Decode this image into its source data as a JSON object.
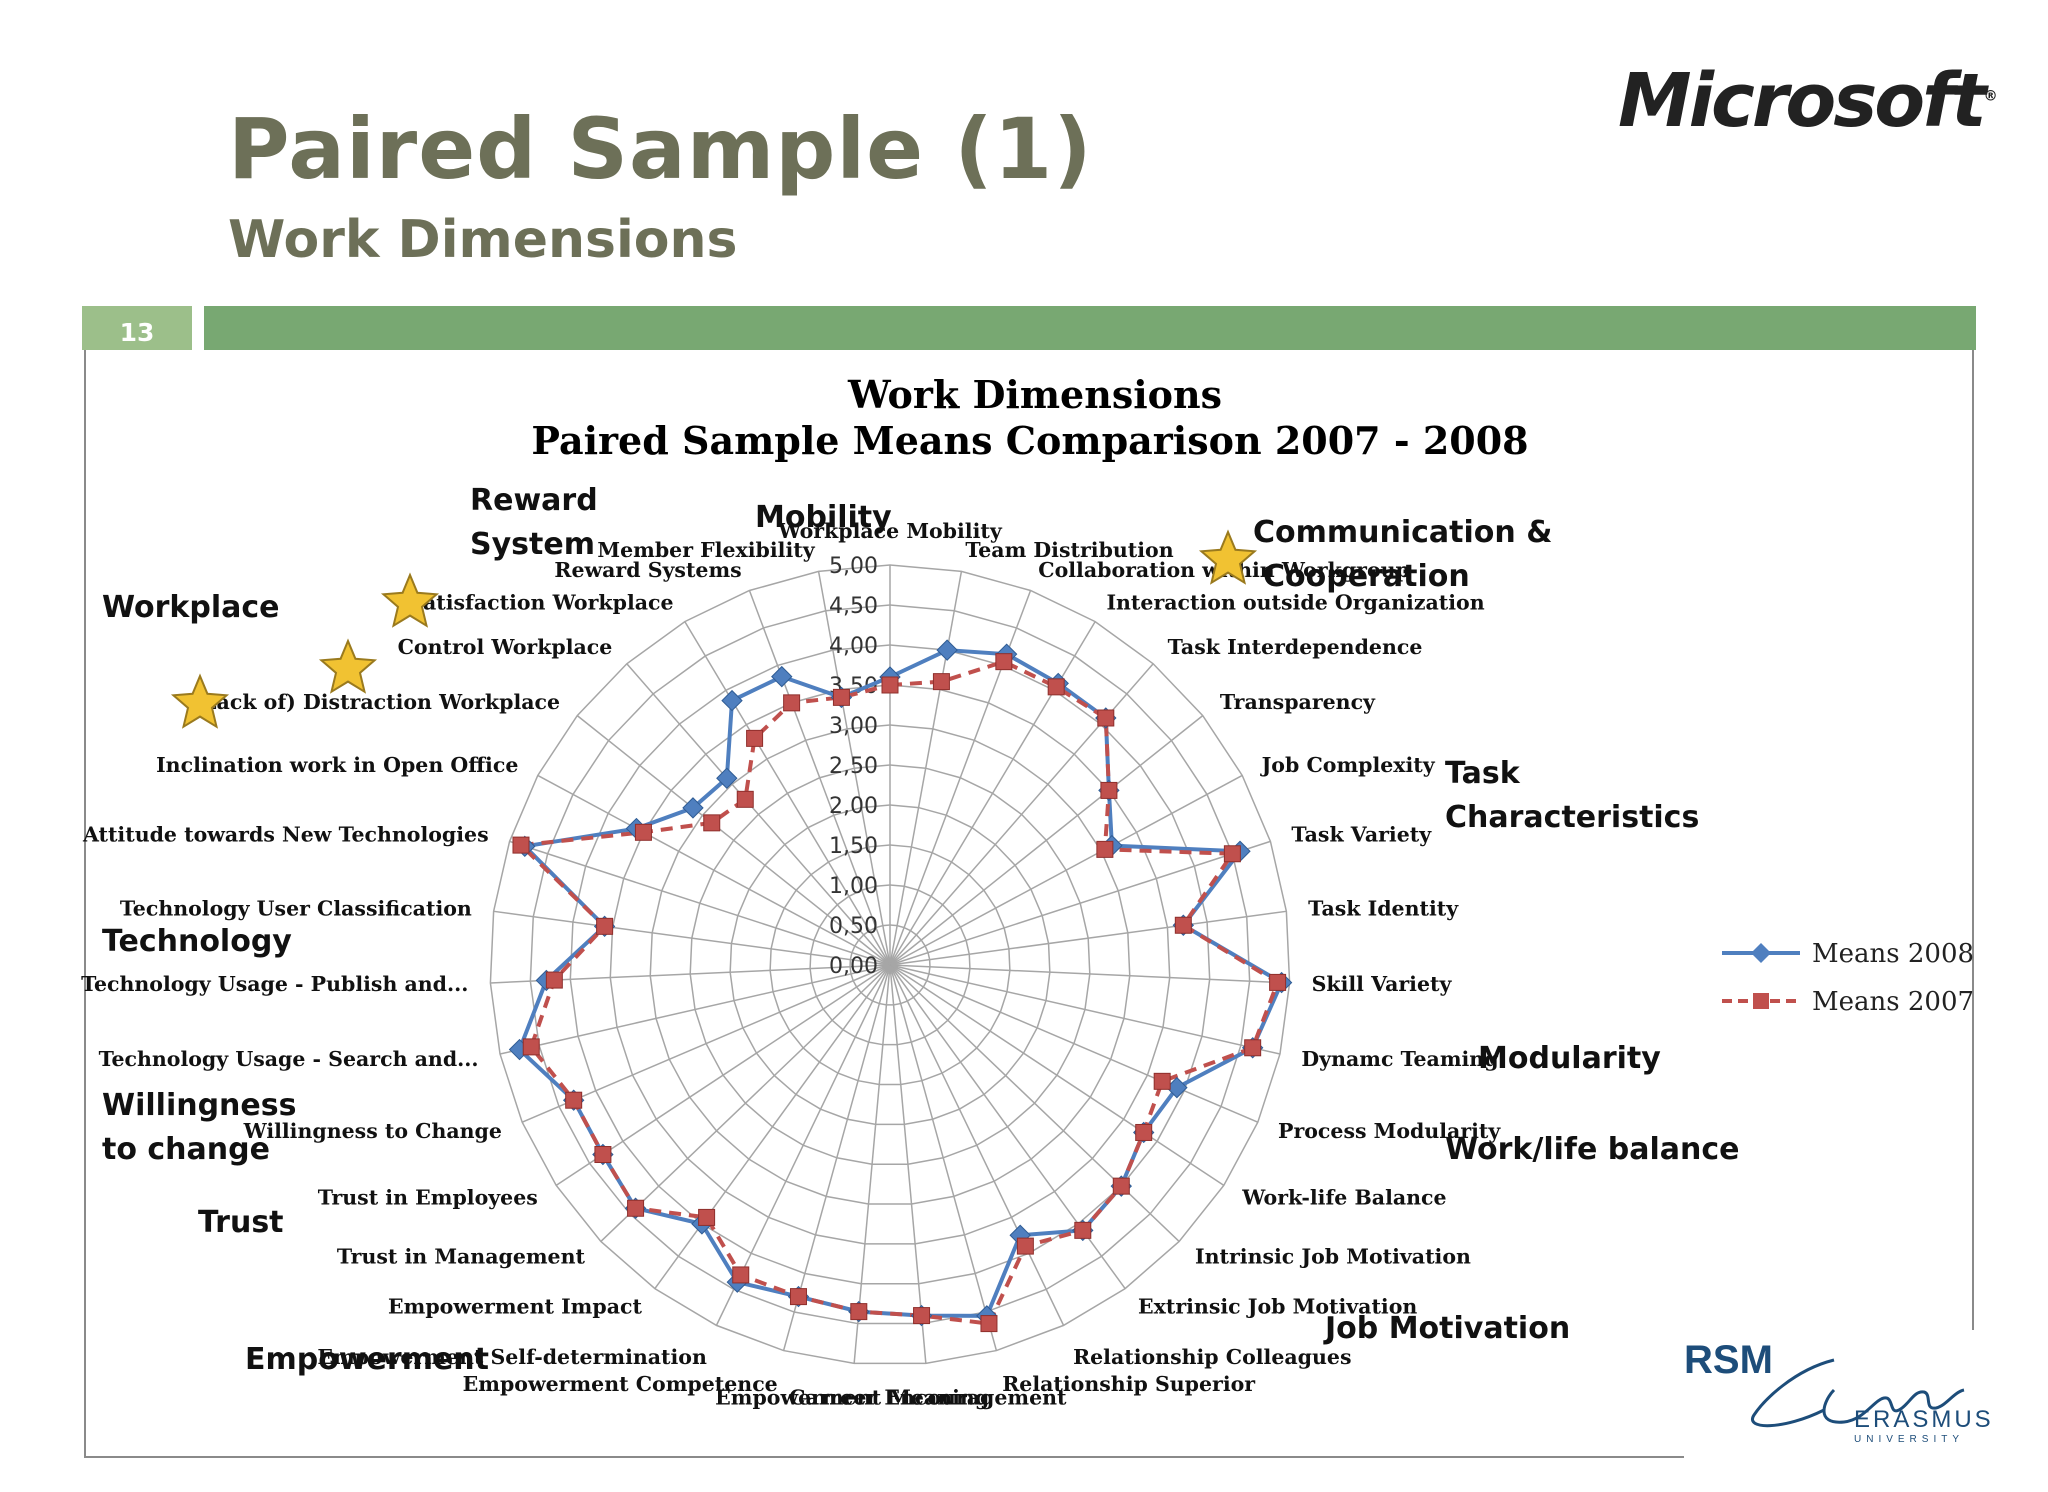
{
  "slide": {
    "title": "Paired Sample (1)",
    "subtitle": "Work Dimensions",
    "page_number": "13",
    "logo_text": "Microsoft",
    "footer_logo": {
      "main": "RSM",
      "name": "ERASMUS",
      "sub": "UNIVERSITY"
    }
  },
  "colors": {
    "series_2008": "#4f7fbf",
    "series_2007": "#c0504d",
    "title": "#6d7058",
    "green_bar": "#78a872",
    "star": "#f1c232"
  },
  "group_labels": [
    {
      "name": "group-reward-system",
      "lines": [
        "Reward",
        "System"
      ]
    },
    {
      "name": "group-mobility",
      "lines": [
        "Mobility"
      ]
    },
    {
      "name": "group-communication",
      "lines": [
        "Communication &",
        "Cooperation"
      ]
    },
    {
      "name": "group-workplace",
      "lines": [
        "Workplace"
      ]
    },
    {
      "name": "group-task-characteristics",
      "lines": [
        "Task",
        "Characteristics"
      ]
    },
    {
      "name": "group-technology",
      "lines": [
        "Technology"
      ]
    },
    {
      "name": "group-modularity",
      "lines": [
        "Modularity"
      ]
    },
    {
      "name": "group-willingness",
      "lines": [
        "Willingness",
        "to change"
      ]
    },
    {
      "name": "group-work-life-balance",
      "lines": [
        "Work/life balance"
      ]
    },
    {
      "name": "group-trust",
      "lines": [
        "Trust"
      ]
    },
    {
      "name": "group-job-motivation",
      "lines": [
        "Job Motivation"
      ]
    },
    {
      "name": "group-empowerment",
      "lines": [
        "Empowerment"
      ]
    }
  ],
  "chart_data": {
    "type": "radar",
    "title": [
      "Work Dimensions",
      "Paired Sample Means Comparison 2007 - 2008"
    ],
    "rlim": [
      0,
      5
    ],
    "ticks": [
      "0,00",
      "0,50",
      "1,00",
      "1,50",
      "2,00",
      "2,50",
      "3,00",
      "3,50",
      "4,00",
      "4,50",
      "5,00"
    ],
    "grid": true,
    "legend_position": "right",
    "categories": [
      "Workplace Mobility",
      "Team Distribution",
      "Collaboration within Workgroup",
      "Interaction outside Organization",
      "Task Interdependence",
      "Transparency",
      "Job Complexity",
      "Task Variety",
      "Task Identity",
      "Skill Variety",
      "Dynamc Teaming",
      "Process Modularity",
      "Work-life Balance",
      "Intrinsic Job Motivation",
      "Extrinsic Job Motivation",
      "Relationship Colleagues",
      "Relationship Superior",
      "Carreer Encouragement",
      "Empowerment Meaning",
      "Empowerment Competence",
      "Empowerment Self-determination",
      "Empowerment Impact",
      "Trust in Management",
      "Trust in Employees",
      "Willingness to Change",
      "Technology Usage - Search and...",
      "Technology Usage - Publish and...",
      "Technology User Classification",
      "Attitude towards New Technologies",
      "Inclination work in Open Office",
      "(Lack of) Distraction Workplace",
      "Control Workplace",
      "Satisfaction Workplace",
      "Reward Systems",
      "Member Flexibility"
    ],
    "series": [
      {
        "name": "Means 2008",
        "values": [
          3.6,
          4.0,
          4.15,
          4.1,
          4.1,
          3.5,
          3.15,
          4.6,
          3.7,
          4.9,
          4.65,
          3.9,
          3.8,
          4.0,
          4.1,
          3.75,
          4.55,
          4.4,
          4.35,
          4.3,
          4.4,
          4.0,
          4.4,
          4.3,
          4.3,
          4.75,
          4.3,
          3.6,
          4.8,
          3.6,
          3.15,
          3.1,
          3.85,
          3.85,
          3.4
        ]
      },
      {
        "name": "Means 2007",
        "values": [
          3.5,
          3.6,
          4.05,
          4.05,
          4.1,
          3.5,
          3.05,
          4.5,
          3.7,
          4.85,
          4.65,
          3.7,
          3.8,
          4.0,
          4.1,
          3.9,
          4.65,
          4.4,
          4.35,
          4.3,
          4.3,
          3.9,
          4.4,
          4.3,
          4.3,
          4.6,
          4.2,
          3.6,
          4.85,
          3.5,
          2.85,
          2.75,
          3.3,
          3.5,
          3.4
        ]
      }
    ]
  }
}
